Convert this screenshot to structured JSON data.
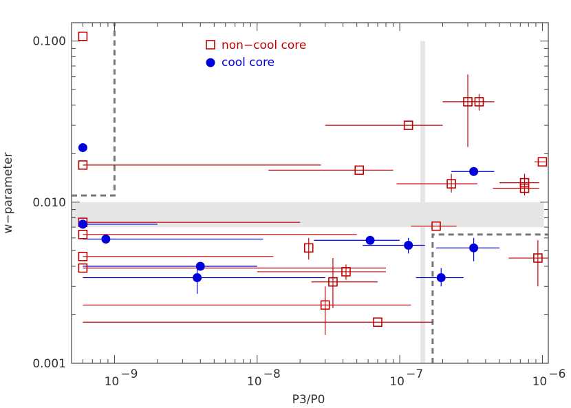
{
  "chart_data": {
    "type": "scatter",
    "xlabel": "P3/P0",
    "ylabel": "w−parameter",
    "x_scale": "log",
    "y_scale": "log",
    "xlim": [
      5e-10,
      1.1e-06
    ],
    "ylim": [
      0.001,
      0.13
    ],
    "x_ticks": [
      {
        "value": 1e-09,
        "base": "10",
        "exp": "−9"
      },
      {
        "value": 1e-08,
        "base": "10",
        "exp": "−8"
      },
      {
        "value": 1e-07,
        "base": "10",
        "exp": "−7"
      },
      {
        "value": 1e-06,
        "base": "10",
        "exp": "−6"
      }
    ],
    "y_ticks": [
      {
        "value": 0.001,
        "label": "0.001"
      },
      {
        "value": 0.01,
        "label": "0.010"
      },
      {
        "value": 0.1,
        "label": "0.100"
      }
    ],
    "legend_position": "top-center",
    "legend": [
      {
        "label": "non−cool core",
        "marker": "open-square",
        "color": "#c00000"
      },
      {
        "label": "cool core",
        "marker": "filled-circle",
        "color": "#0000dd"
      }
    ],
    "shaded_bands": [
      {
        "orientation": "horizontal",
        "y_range": [
          0.007,
          0.01
        ],
        "color": "#e6e6e6"
      },
      {
        "orientation": "vertical",
        "x": 1.45e-07,
        "y_range": [
          0.001,
          0.1
        ],
        "color": "#e6e6e6"
      }
    ],
    "dashed_regions": [
      {
        "x_range": [
          5e-10,
          1e-09
        ],
        "y_range": [
          0.011,
          0.13
        ],
        "corner": "top-left"
      },
      {
        "x_range": [
          1.7e-07,
          1.1e-06
        ],
        "y_range": [
          0.001,
          0.0063
        ],
        "corner": "bottom-right"
      }
    ],
    "series": [
      {
        "name": "non−cool core",
        "color": "#c00000",
        "marker": "open-square",
        "points": [
          {
            "x": 6e-10,
            "y": 0.107
          },
          {
            "x": 6e-10,
            "y": 0.017,
            "x_upper": 2.8e-08
          },
          {
            "x": 6e-10,
            "y": 0.0075,
            "x_upper": 2e-08
          },
          {
            "x": 6e-10,
            "y": 0.0063,
            "x_upper": 5e-08
          },
          {
            "x": 6e-10,
            "y": 0.0046,
            "x_upper": 1.3e-08
          },
          {
            "x": 6e-10,
            "y": 0.0039,
            "x_upper": 8e-08
          },
          {
            "x": 5.2e-08,
            "y": 0.0158,
            "x_lower": 1.2e-08,
            "x_upper": 9e-08
          },
          {
            "x": 2.3e-08,
            "y": 0.0052,
            "y_lower": 0.0044,
            "y_upper": 0.006
          },
          {
            "x": 1.15e-07,
            "y": 0.03,
            "x_lower": 3e-08,
            "x_upper": 2e-07
          },
          {
            "x": 3e-07,
            "y": 0.042,
            "x_lower": 2e-07,
            "x_upper": 4e-07,
            "y_lower": 0.022,
            "y_upper": 0.062
          },
          {
            "x": 3.6e-07,
            "y": 0.042,
            "x_lower": 2.7e-07,
            "x_upper": 4.6e-07,
            "y_lower": 0.037,
            "y_upper": 0.047
          },
          {
            "x": 2.3e-07,
            "y": 0.013,
            "x_lower": 9.5e-08,
            "x_upper": 3.5e-07,
            "y_lower": 0.0115,
            "y_upper": 0.015
          },
          {
            "x": 7.5e-07,
            "y": 0.0132,
            "x_lower": 5e-07,
            "x_upper": 9.5e-07,
            "y_lower": 0.011,
            "y_upper": 0.015
          },
          {
            "x": 7.5e-07,
            "y": 0.0122,
            "x_lower": 4.5e-07,
            "x_upper": 9.5e-07
          },
          {
            "x": 1e-06,
            "y": 0.0178,
            "x_lower": 8.8e-07,
            "x_upper": 1.05e-06
          },
          {
            "x": 1.8e-07,
            "y": 0.0071,
            "x_lower": 1.2e-07,
            "x_upper": 2.5e-07
          },
          {
            "x": 9.3e-07,
            "y": 0.0045,
            "x_lower": 5.8e-07,
            "x_upper": 1.1e-06,
            "y_lower": 0.003,
            "y_upper": 0.0058
          },
          {
            "x": 4.2e-08,
            "y": 0.0037,
            "x_lower": 1e-08,
            "x_upper": 8e-08,
            "y_lower": 0.0033,
            "y_upper": 0.0041
          },
          {
            "x": 3.4e-08,
            "y": 0.0032,
            "x_lower": 2.4e-08,
            "x_upper": 7e-08,
            "y_lower": 0.0022,
            "y_upper": 0.0045
          },
          {
            "x": 3e-08,
            "y": 0.0023,
            "x_lower": 6e-10,
            "x_upper": 1.2e-07,
            "y_lower": 0.0015,
            "y_upper": 0.003
          },
          {
            "x": 7e-08,
            "y": 0.0018,
            "x_lower": 6e-10,
            "x_upper": 1.7e-07
          }
        ]
      },
      {
        "name": "cool core",
        "color": "#0000dd",
        "marker": "filled-circle",
        "points": [
          {
            "x": 6e-10,
            "y": 0.0218
          },
          {
            "x": 6e-10,
            "y": 0.0073,
            "x_upper": 2e-09
          },
          {
            "x": 8.7e-10,
            "y": 0.0059,
            "x_lower": 6e-10,
            "x_upper": 1.1e-08
          },
          {
            "x": 4e-09,
            "y": 0.004,
            "x_lower": 6e-10,
            "x_upper": 1e-08
          },
          {
            "x": 3.8e-09,
            "y": 0.0034,
            "x_lower": 6e-10,
            "x_upper": 3e-08,
            "y_lower": 0.0027,
            "y_upper": 0.0041
          },
          {
            "x": 6.2e-08,
            "y": 0.0058,
            "x_lower": 2.5e-08,
            "x_upper": 1e-07
          },
          {
            "x": 1.15e-07,
            "y": 0.0054,
            "x_lower": 5.5e-08,
            "x_upper": 1.5e-07,
            "y_lower": 0.0048,
            "y_upper": 0.006
          },
          {
            "x": 3.3e-07,
            "y": 0.0155,
            "x_lower": 2.3e-07,
            "x_upper": 4.6e-07
          },
          {
            "x": 3.3e-07,
            "y": 0.0052,
            "x_lower": 1.8e-07,
            "x_upper": 5e-07,
            "y_lower": 0.0043,
            "y_upper": 0.006
          },
          {
            "x": 1.95e-07,
            "y": 0.0034,
            "x_lower": 1.3e-07,
            "x_upper": 2.8e-07,
            "y_lower": 0.003,
            "y_upper": 0.0039
          }
        ]
      }
    ]
  }
}
